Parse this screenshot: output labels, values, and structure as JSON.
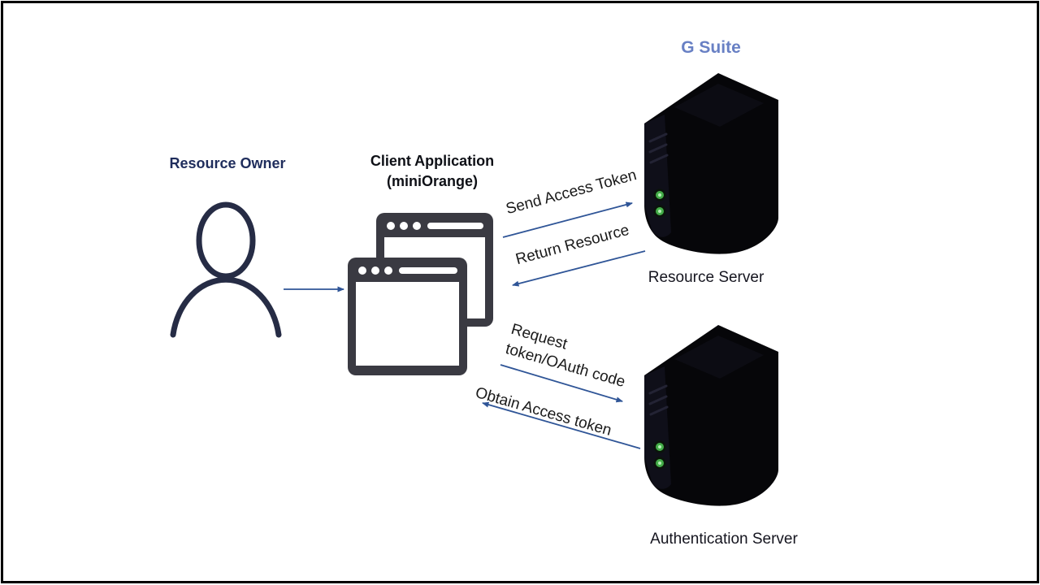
{
  "diagram": {
    "title": "G Suite",
    "nodes": {
      "resource_owner": {
        "label": "Resource Owner"
      },
      "client_application": {
        "label_line1": "Client Application",
        "label_line2": "(miniOrange)"
      },
      "resource_server": {
        "label": "Resource Server"
      },
      "authentication_server": {
        "label": "Authentication Server"
      }
    },
    "flows": {
      "send_access_token": {
        "label": "Send Access Token"
      },
      "return_resource": {
        "label": "Return Resource"
      },
      "request_token": {
        "label_line1": "Request",
        "label_line2": "token/OAuth code"
      },
      "obtain_access_token": {
        "label": "Obtain Access token"
      }
    },
    "icons": {
      "resource_owner": "person-outline-icon",
      "client_application": "browser-windows-icon",
      "resource_server": "server-tower-icon",
      "authentication_server": "server-tower-icon"
    },
    "colors": {
      "arrow_blue": "#2F5597",
      "title_blue": "#6880C4",
      "resource_owner_navy": "#1F2D5C",
      "label_dark": "#15151F",
      "browser_icon_dark": "#3A3A42",
      "server_black": "#060609",
      "led_green": "#44AD49",
      "border": "#000000"
    }
  }
}
